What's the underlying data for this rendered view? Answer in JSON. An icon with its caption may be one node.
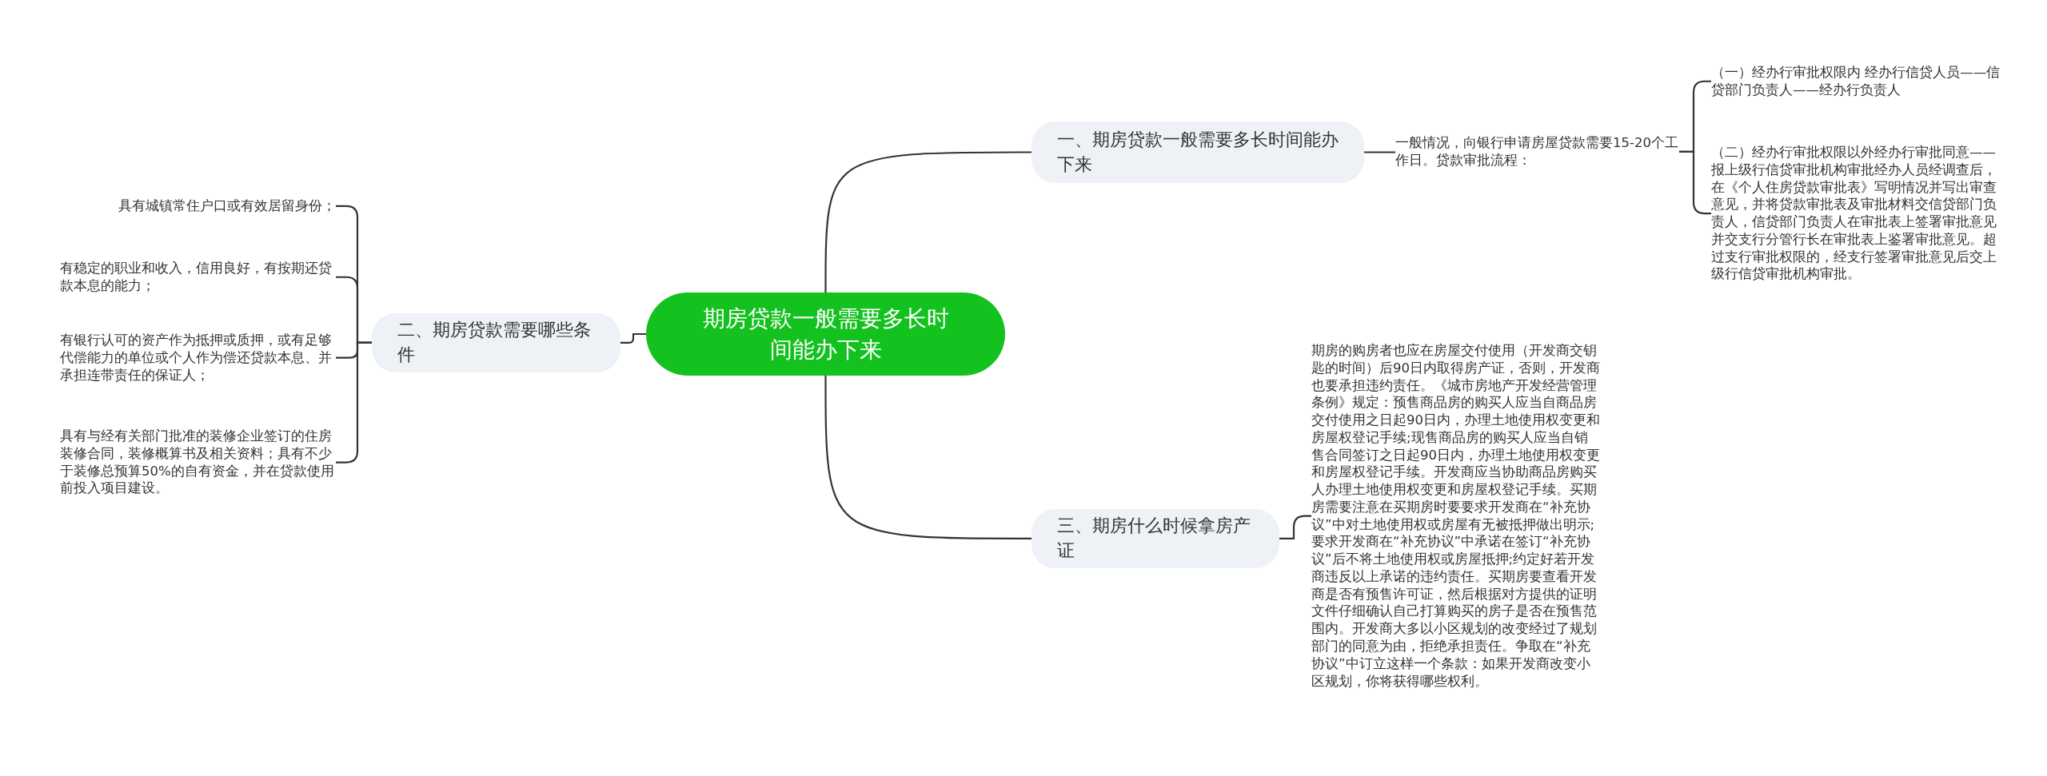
{
  "diagram": {
    "nodes": [
      {
        "text": [
          "期房贷款一般需要多长时间能办下来"
        ]
      },
      {
        "text": [
          "一、期房贷款一般需要多长时间能办下来"
        ]
      },
      {
        "text": [
          "一般情况，向银行申请房屋贷款需要15-20个工作日。贷款审批流程："
        ]
      },
      {
        "text": [
          "（一）经办行审批权限内 经办行信贷人员——信贷部门负责人——经办行负责人"
        ]
      },
      {
        "text": [
          "（二）经办行审批权限以外经办行审批同意——报上级行信贷审批机构审批经办人员经调查后，在《个人住房贷款审批表》写明情况并写出审查意见，并将贷款审批表及审批材料交信贷部门负责人，信贷部门负责人在审批表上签署审批意见并交支行分管行长在审批表上鉴署审批意见。超过支行审批权限的，经支行签署审批意见后交上级行信贷审批机构审批。"
        ]
      },
      {
        "text": [
          "二、期房贷款需要哪些条件"
        ]
      },
      {
        "text": [
          "具有城镇常住户口或有效居留身份；"
        ]
      },
      {
        "text": [
          "有稳定的职业和收入，信用良好，有按期还贷款本息的能力；"
        ]
      },
      {
        "text": [
          "有银行认可的资产作为抵押或质押，或有足够代偿能力的单位或个人作为偿还贷款本息、并承担连带责任的保证人；"
        ]
      },
      {
        "text": [
          "具有与经有关部门批准的装修企业签订的住房装修合同，装修概算书及相关资料；具有不少于装修总预算50%的自有资金，并在贷款使用前投入项目建设。"
        ]
      },
      {
        "text": [
          "三、期房什么时候拿房产证"
        ]
      },
      {
        "text": [
          "期房的购房者也应在房屋交付使用（开发商交钥匙的时间）后90日内取得房产证，否则，开发商也要承担违约责任。《城市房地产开发经营管理条例》规定：预售商品房的购买人应当自商品房交付使用之日起90日内，办理土地使用权变更和房屋权登记手续;现售商品房的购买人应当自销售合同签订之日起90日内，办理土地使用权变更和房屋权登记手续。开发商应当协助商品房购买人办理土地使用权变更和房屋权登记手续。买期房需要注意在买期房时要要求开发商在“补充协议”中对土地使用权或房屋有无被抵押做出明示;要求开发商在“补充协议”中承诺在签订“补充协议”后不将土地使用权或房屋抵押;约定好若开发商违反以上承诺的违约责任。买期房要查看开发商是否有预售许可证，然后根据对方提供的证明文件仔细确认自己打算购买的房子是否在预售范围内。开发商大多以小区规划的改变经过了规划部门的同意为由，拒绝承担责任。争取在“补充协议”中订立这样一个条款：如果开发商改变小区规划，你将获得哪些权利。"
        ]
      }
    ],
    "edges": [
      {
        "from": 0,
        "to": 1,
        "arrow": "none"
      },
      {
        "from": 1,
        "to": 2,
        "arrow": "none"
      },
      {
        "from": 2,
        "to": 3,
        "arrow": "none"
      },
      {
        "from": 2,
        "to": 4,
        "arrow": "none"
      },
      {
        "from": 0,
        "to": 5,
        "arrow": "none"
      },
      {
        "from": 5,
        "to": 6,
        "arrow": "none"
      },
      {
        "from": 5,
        "to": 7,
        "arrow": "none"
      },
      {
        "from": 5,
        "to": 8,
        "arrow": "none"
      },
      {
        "from": 5,
        "to": 9,
        "arrow": "none"
      },
      {
        "from": 0,
        "to": 10,
        "arrow": "none"
      },
      {
        "from": 10,
        "to": 11,
        "arrow": "none"
      }
    ]
  }
}
